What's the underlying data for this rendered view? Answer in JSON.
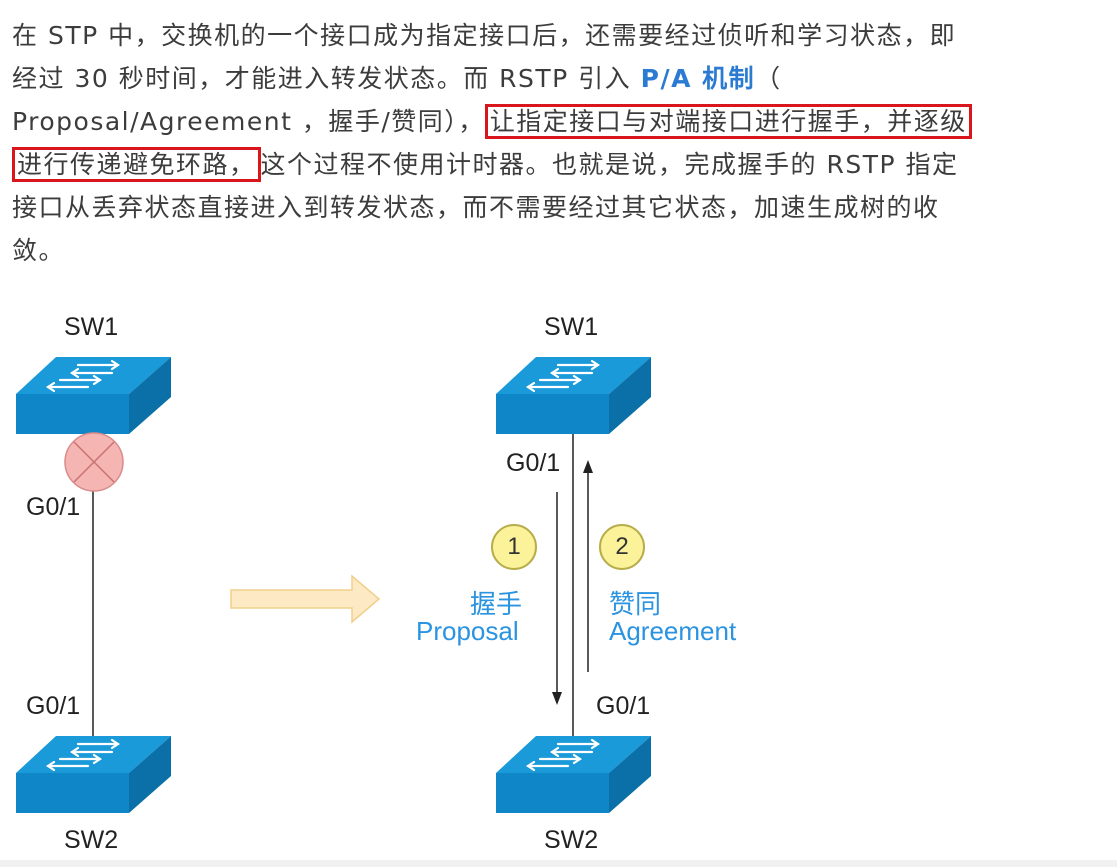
{
  "paragraph": {
    "l1": "在 STP 中，交换机的一个接口成为指定接口后，还需要经过侦听和学习状态，即",
    "l2": "经过 30 秒时间，才能进入转发状态。而 RSTP 引入 ",
    "l2_emph": "P/A 机制",
    "l2_end": "（",
    "l3a": "Proposal/Agreement ，握手/赞同），",
    "l3_box": "让指定接口与对端接口进行握手，并逐级",
    "l4_box": "进行传递避免环路，",
    "l4b": "这个过程不使用计时器。也就是说，完成握手的 RSTP 指定",
    "l5": "接口从丢弃状态直接进入到转发状态，而不需要经过其它状态，加速生成树的收",
    "l6": "敛。"
  },
  "left_diagram": {
    "top_switch": "SW1",
    "bottom_switch": "SW2",
    "top_port": "G0/1",
    "bottom_port": "G0/1"
  },
  "right_diagram": {
    "top_switch": "SW1",
    "bottom_switch": "SW2",
    "top_port": "G0/1",
    "bottom_port": "G0/1",
    "step1_number": "1",
    "step1_cn": "握手",
    "step1_en": "Proposal",
    "step2_number": "2",
    "step2_cn": "赞同",
    "step2_en": "Agreement"
  },
  "colors": {
    "switch_top": "#1a9ad9",
    "switch_front": "#0f86c8",
    "switch_side": "#0b6fa8",
    "blocked_marker": "#f4b5b3",
    "highlight_box": "#d8161b",
    "emphasis_text": "#2a7bd1",
    "step_badge": "#fbf29a",
    "transition_arrow": "#fde9c3"
  }
}
